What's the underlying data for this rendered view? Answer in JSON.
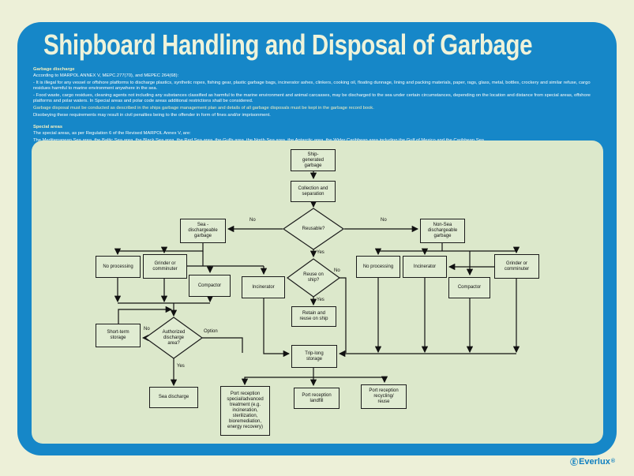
{
  "poster": {
    "title": "Shipboard Handling and Disposal of Garbage",
    "colors": {
      "frame_blue": "#1687c8",
      "panel_green": "#dce8cb",
      "page_cream": "#edf0d8",
      "title_cream": "#eef3da",
      "heading_cream": "#f0eec0",
      "logo_blue": "#0f7fc0"
    },
    "sections": [
      {
        "heading": "Garbage discharge",
        "lines": [
          {
            "text": "According to MARPOL ANNEX V, MEPC.277(70), and MEPEC 264(68):",
            "tone": "white"
          },
          {
            "text": "- It is illegal for any vessel or offshore platforms to discharge plastics, synthetic ropes, fishing gear, plastic garbage bags, incinerator ashes, clinkers, cooking oil, floating dunnage, lining and packing materials, paper, rags, glass, metal, bottles, crockery and similar refuse, cargo residues harmful to marine environment anywhere in the sea.",
            "tone": "white"
          },
          {
            "text": "- Food waste, cargo residues, cleaning agents not including any substances classified as harmful to the marine environment and animal carcasses, may be discharged to the sea under certain circumstances, depending on the location and distance from special areas, offshore platforms and polar waters. In Special areas and polar code areas additional restrictions shall be considered.",
            "tone": "white"
          },
          {
            "text": "Garbage disposal must be conducted as described in the ships garbage management plan and details of all garbage disposals must be kept in the garbage record book.",
            "tone": "cream"
          },
          {
            "text": "Disobeying these requirements may result in civil penalties being to the offender in form of fines and/or imprisonment.",
            "tone": "white"
          }
        ]
      },
      {
        "heading": "Special areas",
        "lines": [
          {
            "text": "The special areas, as per Regulation 6 of the Revised MARPOL Annex V, are:",
            "tone": "white"
          },
          {
            "text": "The Mediterranean Sea area, the Baltic Sea area, the Black Sea area, the Red Sea area, the Gulfs area, the North Sea area, the Antarctic area, the Wider Caribbean area including the Gulf of Mexico and the Caribbean Sea.",
            "tone": "white"
          }
        ]
      }
    ],
    "flowchart": {
      "nodes": [
        {
          "id": "ship-generated-garbage",
          "shape": "rect",
          "label": "Ship-\ngenerated\ngarbage"
        },
        {
          "id": "collection-and-separation",
          "shape": "rect",
          "label": "Collection and\nseparation"
        },
        {
          "id": "reusable",
          "shape": "diamond",
          "label": "Reusable?"
        },
        {
          "id": "sea-dischargeable-garbage",
          "shape": "rect",
          "label": "Sea -\ndischargeable\ngarbage"
        },
        {
          "id": "non-sea-dischargeable-garbage",
          "shape": "rect",
          "label": "Non-Sea\ndischargeable\ngarbage"
        },
        {
          "id": "left-no-processing",
          "shape": "rect",
          "label": "No processing"
        },
        {
          "id": "left-grinder-or-comminuter",
          "shape": "rect",
          "label": "Grinder or\ncomminuter"
        },
        {
          "id": "left-compactor",
          "shape": "rect",
          "label": "Compactor"
        },
        {
          "id": "left-incinerator",
          "shape": "rect",
          "label": "Incinerator"
        },
        {
          "id": "right-no-processing",
          "shape": "rect",
          "label": "No processing"
        },
        {
          "id": "right-incinerator",
          "shape": "rect",
          "label": "Incinerator"
        },
        {
          "id": "right-grinder-or-comminuter",
          "shape": "rect",
          "label": "Grinder or\ncomminuter"
        },
        {
          "id": "right-compactor",
          "shape": "rect",
          "label": "Compactor"
        },
        {
          "id": "reuse-on-ship",
          "shape": "diamond",
          "label": "Reuse on\nship?"
        },
        {
          "id": "retain-and-reuse-on-ship",
          "shape": "rect",
          "label": "Retain and\nreuse on ship"
        },
        {
          "id": "short-term-storage",
          "shape": "rect",
          "label": "Short-term\nstorage"
        },
        {
          "id": "authorized-discharge-area",
          "shape": "diamond",
          "label": "Authorized\ndischarge\narea?"
        },
        {
          "id": "sea-discharge",
          "shape": "rect",
          "label": "Sea discharge"
        },
        {
          "id": "trip-long-storage",
          "shape": "rect",
          "label": "Trip-long\nstorage"
        },
        {
          "id": "port-reception-special-treatment",
          "shape": "rect",
          "label": "Port reception\nspecial/advanced\ntreatment (e.g.\nincineration,\nsterilization,\nbioremediation,\nenergy recovery)"
        },
        {
          "id": "port-reception-landfill",
          "shape": "rect",
          "label": "Port reception\nlandfill"
        },
        {
          "id": "port-reception-recycling-reuse",
          "shape": "rect",
          "label": "Port reception\nrecycling/\nreuse"
        }
      ],
      "edge_labels": [
        {
          "text": "No"
        },
        {
          "text": "No"
        },
        {
          "text": "Yes"
        },
        {
          "text": "No"
        },
        {
          "text": "Yes"
        },
        {
          "text": "No"
        },
        {
          "text": "Option"
        },
        {
          "text": "Yes"
        }
      ]
    },
    "brand": {
      "icon": "Ⓔ",
      "name": "Everlux",
      "reg": "®"
    }
  }
}
